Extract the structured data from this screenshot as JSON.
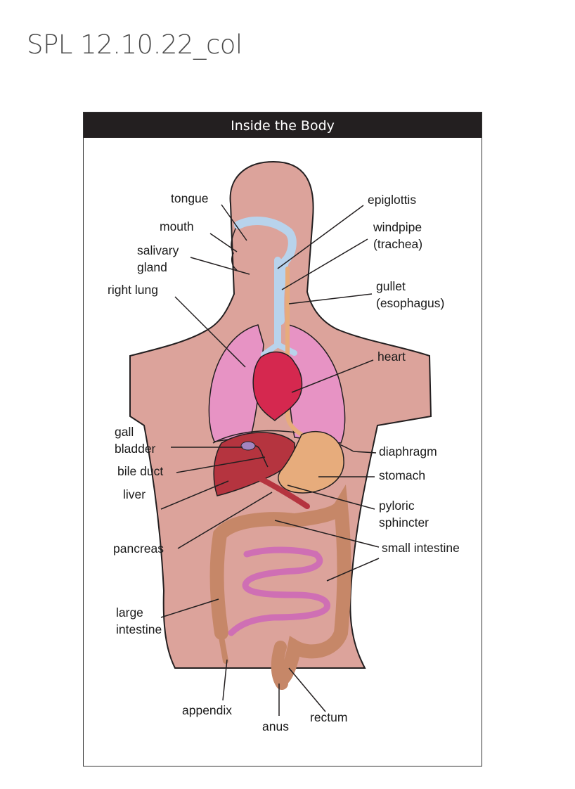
{
  "document": {
    "title": "SPL 12.10.22_col"
  },
  "figure": {
    "header": "Inside the Body"
  },
  "labels": {
    "tongue": "tongue",
    "mouth": "mouth",
    "salivary_gland": "salivary\ngland",
    "right_lung": "right lung",
    "epiglottis": "epiglottis",
    "windpipe": "windpipe\n(trachea)",
    "gullet": "gullet\n(esophagus)",
    "heart": "heart",
    "gall_bladder": "gall\nbladder",
    "bile_duct": "bile duct",
    "liver": "liver",
    "diaphragm": "diaphragm",
    "stomach": "stomach",
    "pyloric_sphincter": "pyloric\nsphincter",
    "pancreas": "pancreas",
    "small_intestine": "small intestine",
    "large_intestine": "large\nintestine",
    "appendix": "appendix",
    "anus": "anus",
    "rectum": "rectum"
  },
  "colors": {
    "skin": "#dca39b",
    "lungs": "#e793c4",
    "heart": "#d5284f",
    "liver": "#b5343f",
    "stomach": "#e7ac7c",
    "intestine": "#c68768",
    "small_intestine": "#cf6fb4",
    "airway": "#b8d3ec",
    "gall_bladder": "#a384c0"
  }
}
